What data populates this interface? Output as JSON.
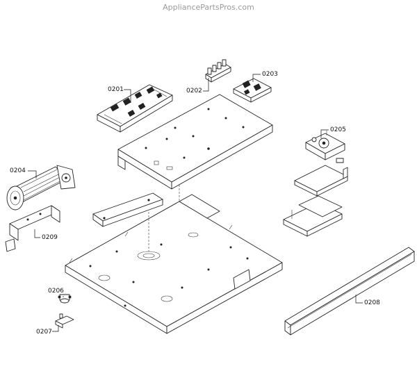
{
  "watermark": "AppliancePartsPros.com",
  "callouts": {
    "p0201": "0201",
    "p0202": "0202",
    "p0203": "0203",
    "p0204": "0204",
    "p0205": "0205",
    "p0206": "0206",
    "p0207": "0207",
    "p0208": "0208",
    "p0209": "0209"
  }
}
